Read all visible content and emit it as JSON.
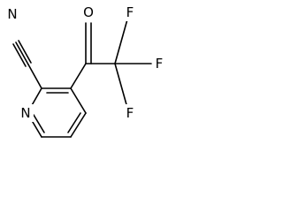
{
  "molecule": {
    "atoms": {
      "nitrile_n": "N",
      "carbonyl_o": "O",
      "fluorine_top": "F",
      "fluorine_right": "F",
      "fluorine_bottom": "F",
      "ring_n": "N"
    }
  }
}
